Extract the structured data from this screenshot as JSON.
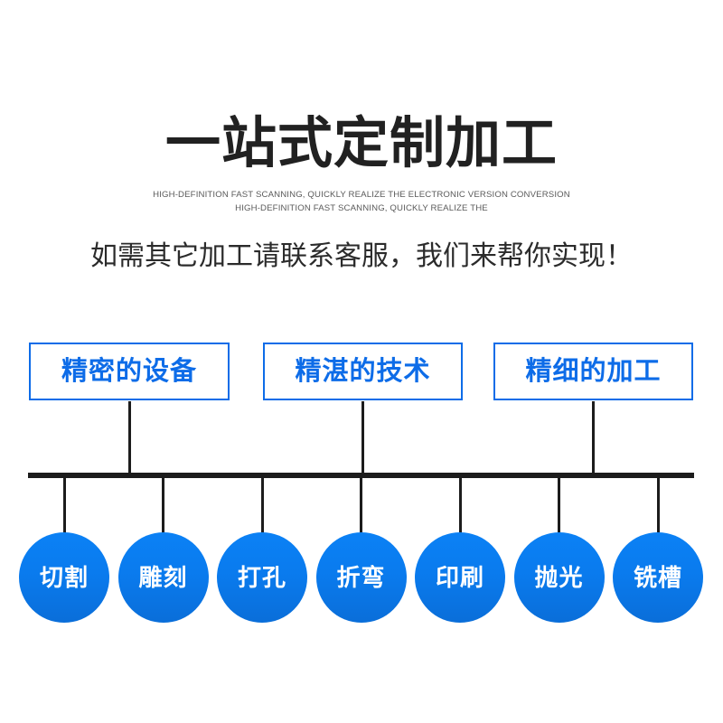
{
  "page": {
    "background_color": "#ffffff",
    "accent_color": "#0d6ce8",
    "circle_color": "#0a7bee",
    "line_color": "#1c1c1c",
    "title_color": "#212121"
  },
  "header": {
    "title": "一站式定制加工",
    "subtitle_en_line1": "HIGH-DEFINITION FAST SCANNING, QUICKLY REALIZE THE ELECTRONIC VERSION CONVERSION",
    "subtitle_en_line2": "HIGH-DEFINITION FAST SCANNING, QUICKLY REALIZE THE",
    "cta": "如需其它加工请联系客服，我们来帮你实现！"
  },
  "categories": [
    {
      "label": "精密的设备"
    },
    {
      "label": "精湛的技术"
    },
    {
      "label": "精细的加工"
    }
  ],
  "services": [
    {
      "label": "切割"
    },
    {
      "label": "雕刻"
    },
    {
      "label": "打孔"
    },
    {
      "label": "折弯"
    },
    {
      "label": "印刷"
    },
    {
      "label": "抛光"
    },
    {
      "label": "铣槽"
    }
  ]
}
